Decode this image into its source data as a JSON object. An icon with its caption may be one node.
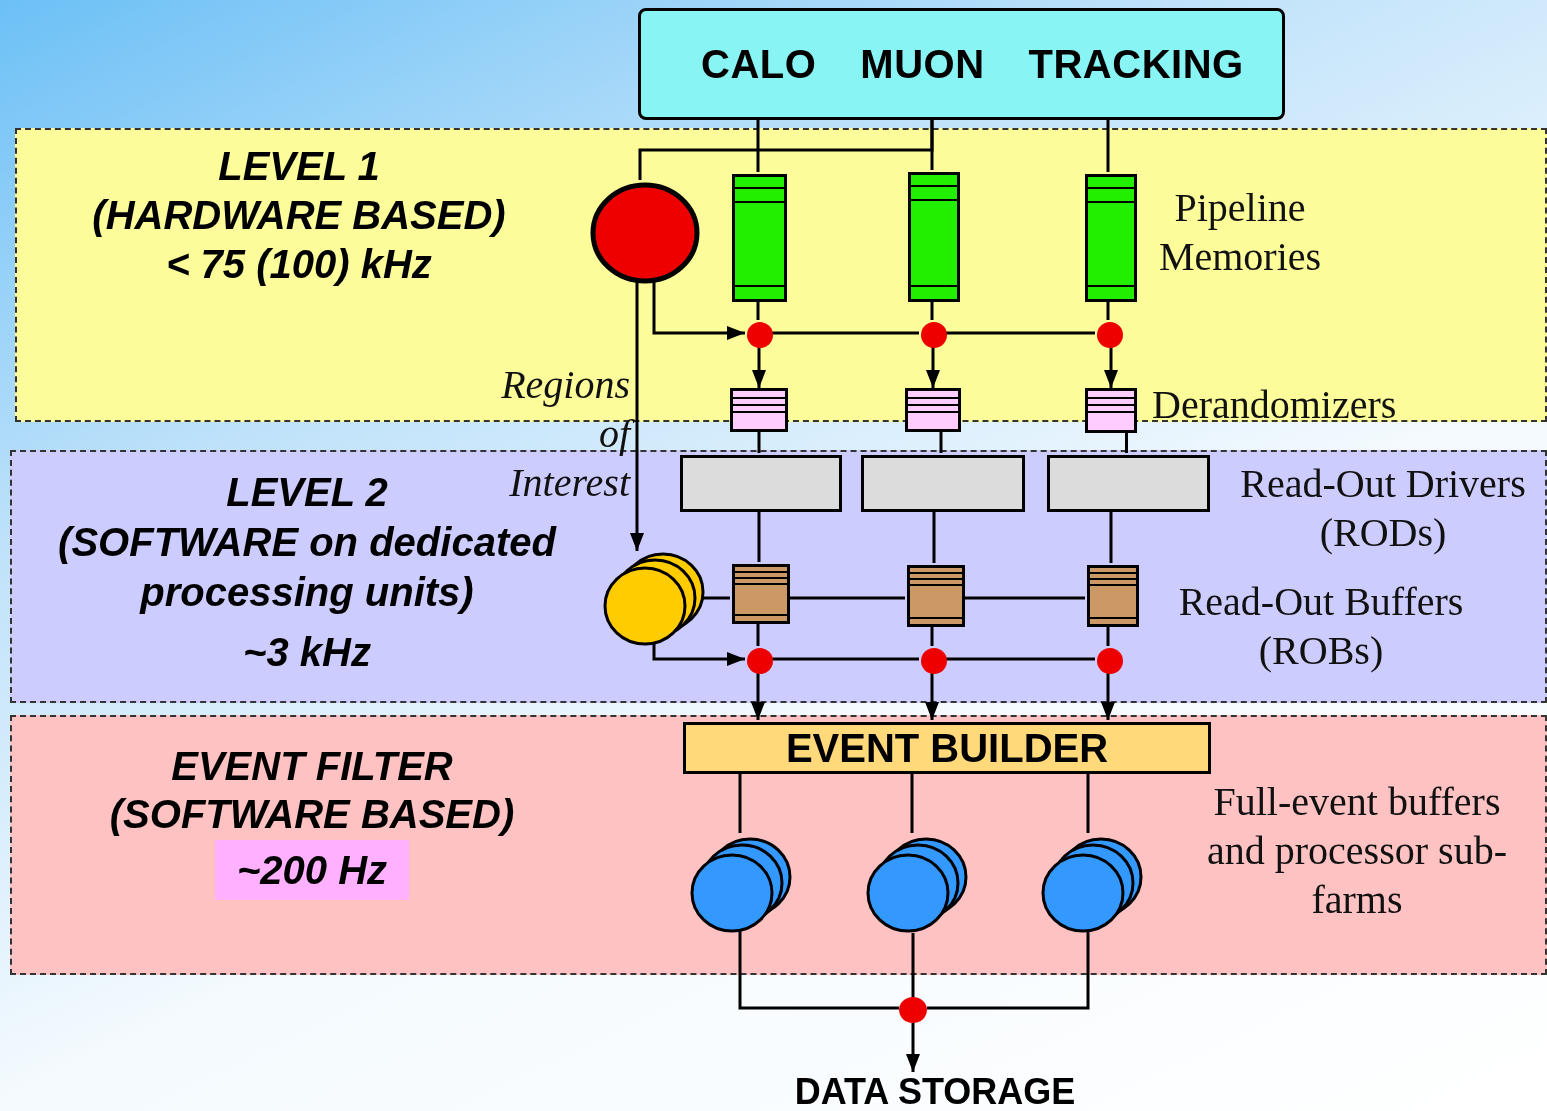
{
  "diagram": {
    "nodes": [
      {
        "text": [
          "CALO",
          "MUON",
          "TRACKING"
        ]
      },
      {
        "text": [
          "LEVEL 1",
          "(HARDWARE BASED)",
          "< 75 (100) kHz"
        ]
      },
      {
        "text": [
          "LEVEL 2",
          "(SOFTWARE on dedicated processing units)",
          "~3 kHz"
        ]
      },
      {
        "text": [
          "EVENT FILTER",
          "(SOFTWARE BASED)",
          "~200 Hz"
        ]
      },
      {
        "text": [],
        "shape": "circle",
        "in": 1
      },
      {
        "text": [],
        "shape": "bar",
        "in": 1
      },
      {
        "text": [],
        "shape": "bar",
        "in": 1
      },
      {
        "text": [],
        "shape": "bar",
        "in": 1
      },
      {
        "text": [],
        "shape": "circle",
        "in": 1
      },
      {
        "text": [],
        "shape": "circle",
        "in": 1
      },
      {
        "text": [],
        "shape": "circle",
        "in": 1
      },
      {
        "text": [],
        "shape": "box"
      },
      {
        "text": [],
        "shape": "box"
      },
      {
        "text": [],
        "shape": "box"
      },
      {
        "text": [],
        "shape": "box",
        "in": 2
      },
      {
        "text": [],
        "shape": "box",
        "in": 2
      },
      {
        "text": [],
        "shape": "box",
        "in": 2
      },
      {
        "text": [],
        "shape": "box",
        "in": 2
      },
      {
        "text": [],
        "shape": "box",
        "in": 2
      },
      {
        "text": [],
        "shape": "box",
        "in": 2
      },
      {
        "text": [],
        "shape": "circle",
        "in": 2
      },
      {
        "text": [],
        "shape": "circle",
        "in": 2
      },
      {
        "text": [],
        "shape": "circle",
        "in": 2
      },
      {
        "text": [],
        "shape": "circle",
        "in": 2
      },
      {
        "text": [
          "EVENT BUILDER"
        ],
        "in": 3
      },
      {
        "text": [],
        "shape": "circle",
        "in": 3
      },
      {
        "text": [],
        "shape": "circle",
        "in": 3
      },
      {
        "text": [],
        "shape": "circle",
        "in": 3
      },
      {
        "text": [],
        "shape": "circle"
      },
      {
        "text": [
          "DATA STORAGE"
        ]
      }
    ],
    "edges": [
      {
        "from": 0,
        "to": 5,
        "arrow": "none"
      },
      {
        "from": 0,
        "to": 6,
        "arrow": "none"
      },
      {
        "from": 0,
        "to": 7,
        "arrow": "none"
      },
      {
        "from": 0,
        "to": 4,
        "arrow": "none"
      },
      {
        "from": 4,
        "to": 8,
        "arrow": "to"
      },
      {
        "from": 8,
        "to": 9,
        "arrow": "none"
      },
      {
        "from": 9,
        "to": 10,
        "arrow": "none"
      },
      {
        "from": 5,
        "to": 8,
        "arrow": "none"
      },
      {
        "from": 6,
        "to": 9,
        "arrow": "none"
      },
      {
        "from": 7,
        "to": 10,
        "arrow": "none"
      },
      {
        "from": 8,
        "to": 11,
        "arrow": "to"
      },
      {
        "from": 9,
        "to": 12,
        "arrow": "to"
      },
      {
        "from": 10,
        "to": 13,
        "arrow": "to"
      },
      {
        "from": 4,
        "to": 20,
        "arrow": "to",
        "label": "Regions of Interest"
      },
      {
        "from": 11,
        "to": 14,
        "arrow": "none"
      },
      {
        "from": 12,
        "to": 15,
        "arrow": "none"
      },
      {
        "from": 13,
        "to": 16,
        "arrow": "none"
      },
      {
        "from": 14,
        "to": 17,
        "arrow": "none"
      },
      {
        "from": 15,
        "to": 18,
        "arrow": "none"
      },
      {
        "from": 16,
        "to": 19,
        "arrow": "none"
      },
      {
        "from": 20,
        "to": 17,
        "arrow": "none"
      },
      {
        "from": 17,
        "to": 18,
        "arrow": "none"
      },
      {
        "from": 18,
        "to": 19,
        "arrow": "none"
      },
      {
        "from": 17,
        "to": 21,
        "arrow": "none"
      },
      {
        "from": 18,
        "to": 22,
        "arrow": "none"
      },
      {
        "from": 19,
        "to": 23,
        "arrow": "none"
      },
      {
        "from": 20,
        "to": 21,
        "arrow": "to"
      },
      {
        "from": 21,
        "to": 22,
        "arrow": "none"
      },
      {
        "from": 22,
        "to": 23,
        "arrow": "none"
      },
      {
        "from": 21,
        "to": 24,
        "arrow": "to"
      },
      {
        "from": 22,
        "to": 24,
        "arrow": "to"
      },
      {
        "from": 23,
        "to": 24,
        "arrow": "to"
      },
      {
        "from": 24,
        "to": 25,
        "arrow": "none"
      },
      {
        "from": 24,
        "to": 26,
        "arrow": "none"
      },
      {
        "from": 24,
        "to": 27,
        "arrow": "none"
      },
      {
        "from": 25,
        "to": 28,
        "arrow": "none"
      },
      {
        "from": 26,
        "to": 28,
        "arrow": "none"
      },
      {
        "from": 27,
        "to": 28,
        "arrow": "none"
      },
      {
        "from": 28,
        "to": 29,
        "arrow": "to"
      }
    ],
    "labels": [
      "Pipeline Memories",
      "Derandomizers",
      "Read-Out Drivers (RODs)",
      "Read-Out Buffers (ROBs)",
      "Full-event buffers and processor sub-farms"
    ]
  }
}
